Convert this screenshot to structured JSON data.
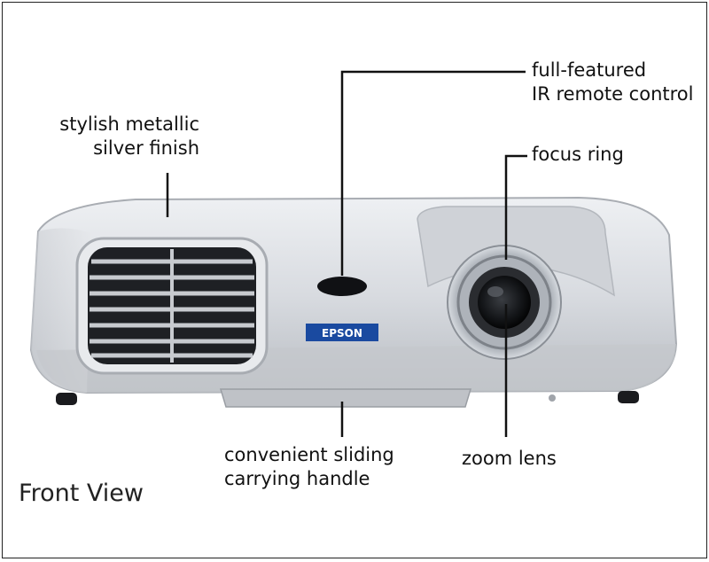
{
  "callouts": {
    "remote": {
      "line1": "full-featured",
      "line2": "IR remote control"
    },
    "finish": {
      "line1": "stylish metallic",
      "line2": "silver finish"
    },
    "focus": {
      "line1": "focus ring"
    },
    "handle": {
      "line1": "convenient sliding",
      "line2": "carrying handle"
    },
    "zoom": {
      "line1": "zoom lens"
    }
  },
  "caption": "Front View",
  "brand_label": "EPSON",
  "colors": {
    "body": "#dcdfe3",
    "brand_badge": "#1a4aa0",
    "leader_line": "#111111"
  }
}
